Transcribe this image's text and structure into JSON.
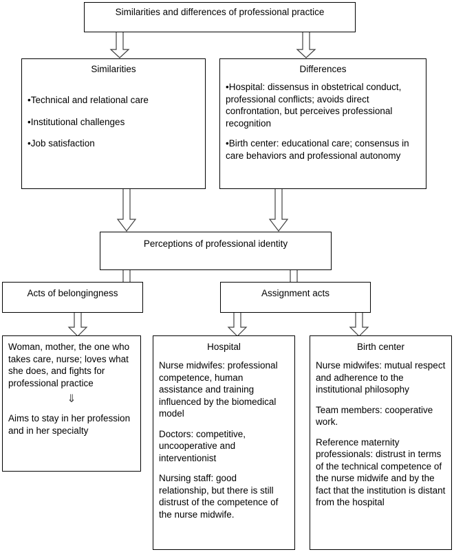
{
  "diagram": {
    "title_box": {
      "text": "Similarities  and differences of professional practice"
    },
    "similarities": {
      "title": "Similarities",
      "bullets": [
        "•Technical and relational care",
        "•Institutional challenges",
        "•Job satisfaction"
      ]
    },
    "differences": {
      "title": "Differences",
      "bullets": [
        "•Hospital: dissensus in obstetrical conduct, professional conflicts; avoids direct confrontation, but perceives professional recognition",
        "•Birth center: educational care; consensus in care behaviors and professional autonomy"
      ]
    },
    "perceptions": {
      "title": "Perceptions of professional identity"
    },
    "acts_of_belongingness": {
      "title": "Acts of belongingness"
    },
    "assignment_acts": {
      "title": "Assignment acts"
    },
    "belongingness_detail": {
      "paragraph_1": "Woman, mother, the one who takes care, nurse; loves what she does, and fights for professional practice",
      "arrow_glyph": "⇓",
      "paragraph_2": "Aims to stay in her profession and in her specialty"
    },
    "hospital_detail": {
      "title": "Hospital",
      "paragraphs": [
        "Nurse midwifes: professional competence, human assistance and training influenced by the biomedical model",
        "Doctors: competitive, uncooperative and interventionist",
        "Nursing staff: good relationship, but there is still distrust of the competence of the nurse midwife."
      ]
    },
    "birth_center_detail": {
      "title": "Birth center",
      "paragraphs": [
        "Nurse midwifes: mutual respect and adherence to the institutional philosophy",
        "Team members: cooperative work.",
        "Reference maternity professionals: distrust in terms of the technical competence of the nurse midwife and by the fact that the institution is distant from the hospital"
      ]
    },
    "colors": {
      "stroke": "#000000",
      "fill": "#ffffff",
      "arrow_stroke": "#404040"
    }
  }
}
